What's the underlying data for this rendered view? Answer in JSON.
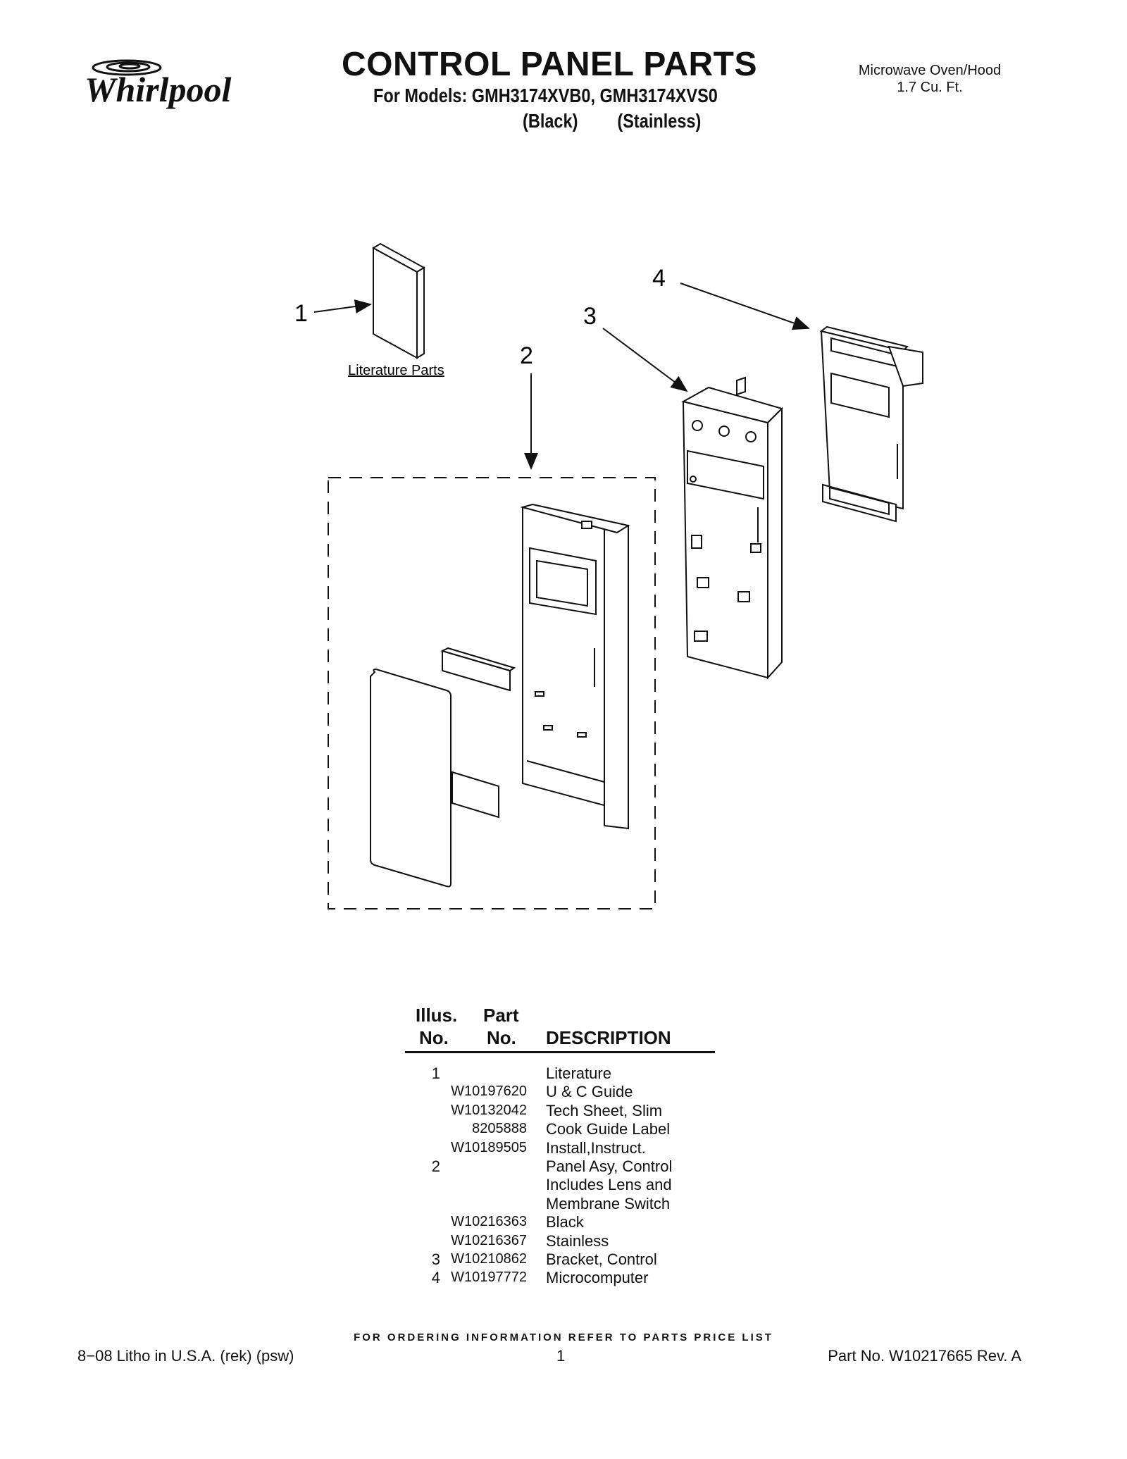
{
  "brand": {
    "name": "Whirlpool"
  },
  "header": {
    "title": "CONTROL PANEL PARTS",
    "models": "For Models: GMH3174XVB0, GMH3174XVS0",
    "variant_black": "(Black)",
    "variant_stainless": "(Stainless)",
    "appliance": "Microwave Oven/Hood",
    "capacity": "1.7 Cu. Ft."
  },
  "diagram": {
    "callouts": [
      "1",
      "2",
      "3",
      "4"
    ],
    "literature_label": "Literature Parts"
  },
  "parts_table": {
    "headers": {
      "illus_top": "Illus.",
      "illus_bottom": "No.",
      "part_top": "Part",
      "part_bottom": "No.",
      "description": "DESCRIPTION"
    },
    "rows": [
      {
        "illus": "1",
        "part": "",
        "desc": "Literature"
      },
      {
        "illus": "",
        "part": "W10197620",
        "desc": "U & C Guide"
      },
      {
        "illus": "",
        "part": "W10132042",
        "desc": "Tech Sheet, Slim"
      },
      {
        "illus": "",
        "part": "8205888",
        "desc": "Cook Guide Label"
      },
      {
        "illus": "",
        "part": "W10189505",
        "desc": "Install,Instruct."
      },
      {
        "illus": "2",
        "part": "",
        "desc": "Panel Asy, Control"
      },
      {
        "illus": "",
        "part": "",
        "desc": "Includes Lens and"
      },
      {
        "illus": "",
        "part": "",
        "desc": "Membrane Switch"
      },
      {
        "illus": "",
        "part": "W10216363",
        "desc": "Black"
      },
      {
        "illus": "",
        "part": "W10216367",
        "desc": "Stainless"
      },
      {
        "illus": "3",
        "part": "W10210862",
        "desc": "Bracket, Control"
      },
      {
        "illus": "4",
        "part": "W10197772",
        "desc": "Microcomputer"
      }
    ]
  },
  "footer": {
    "ordering": "FOR ORDERING INFORMATION REFER TO PARTS PRICE LIST",
    "litho": "8−08 Litho in U.S.A. (rek) (psw)",
    "page": "1",
    "part_no": "Part No. W10217665 Rev. A"
  }
}
